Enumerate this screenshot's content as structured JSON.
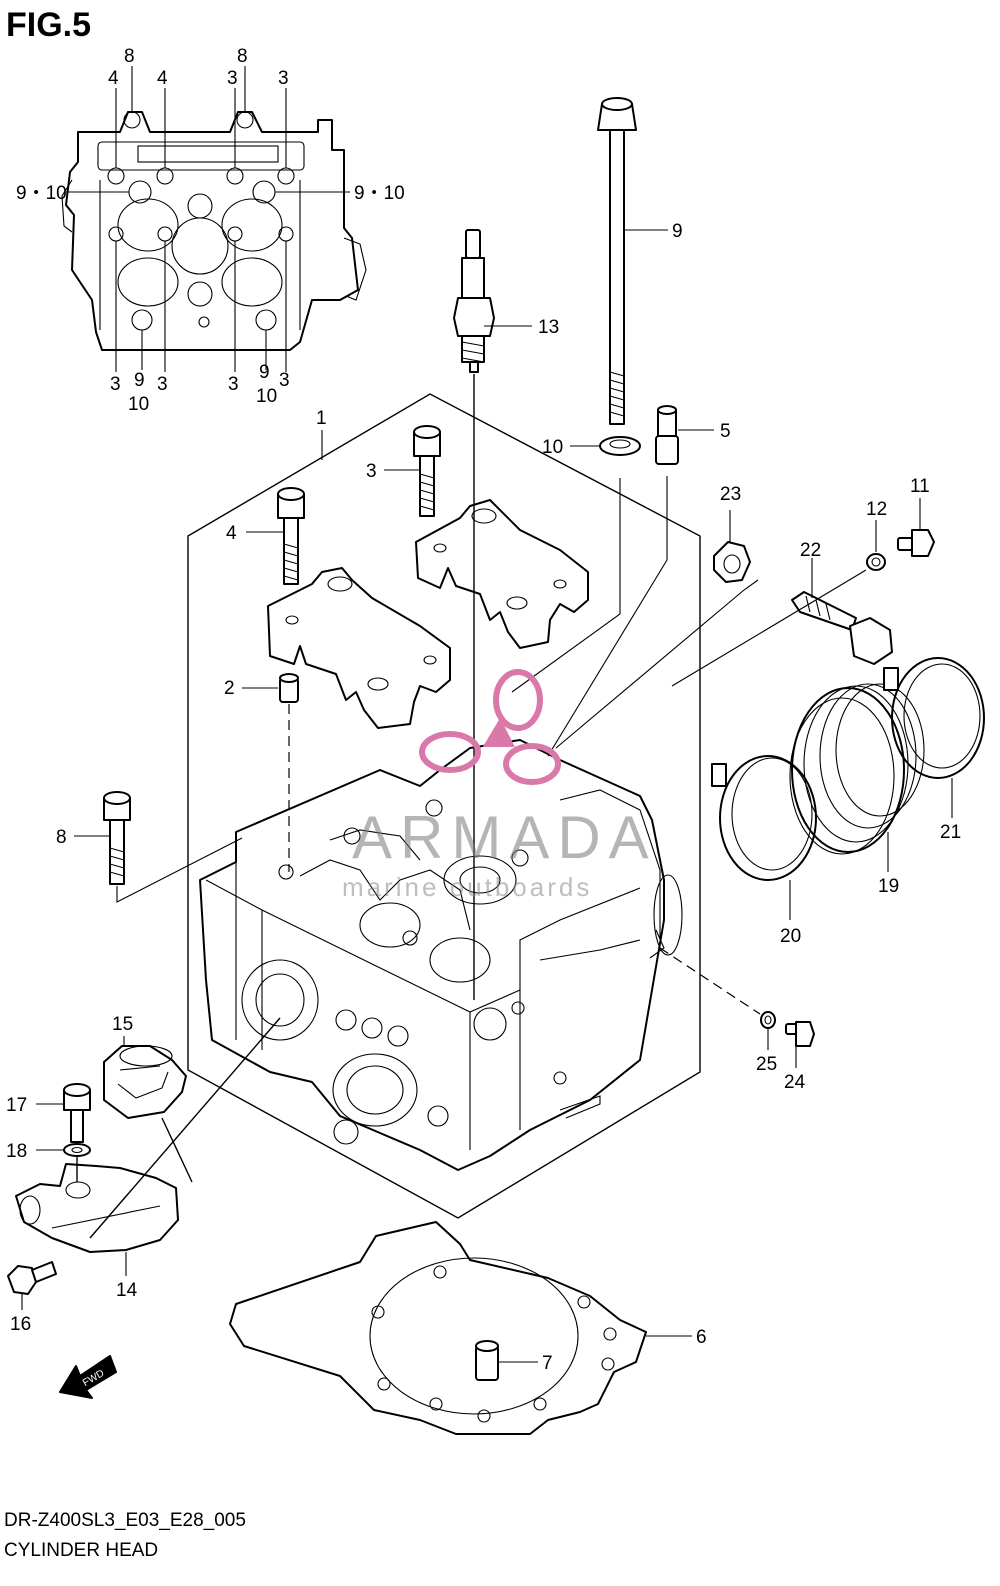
{
  "header": {
    "title": "FIG.5"
  },
  "footer": {
    "code": "DR-Z400SL3_E03_E28_005",
    "name": "CYLINDER HEAD"
  },
  "watermark": {
    "brand": "ARMADA",
    "tagline": "marine outboards",
    "color": "#d978a9"
  },
  "fwd_badge": {
    "label": "FWD"
  },
  "callouts": {
    "p1": "1",
    "p2": "2",
    "p3": "3",
    "p4": "4",
    "p5": "5",
    "p6": "6",
    "p7": "7",
    "p8": "8",
    "p9": "9",
    "p10": "10",
    "p11": "11",
    "p12": "12",
    "p13": "13",
    "p14": "14",
    "p15": "15",
    "p16": "16",
    "p17": "17",
    "p18": "18",
    "p19": "19",
    "p20": "20",
    "p21": "21",
    "p22": "22",
    "p23": "23",
    "p24": "24",
    "p25": "25"
  },
  "inset_callouts": {
    "top_8a": "8",
    "top_8b": "8",
    "top_4a": "4",
    "top_4b": "4",
    "top_3a": "3",
    "top_3b": "3",
    "left_910": "9・10",
    "right_910": "9・10",
    "bot_3a": "3",
    "bot_9a": "9",
    "bot_10a": "10",
    "bot_3b": "3",
    "bot_3c": "3",
    "bot_9b": "9",
    "bot_10b": "10",
    "bot_3d": "3"
  }
}
